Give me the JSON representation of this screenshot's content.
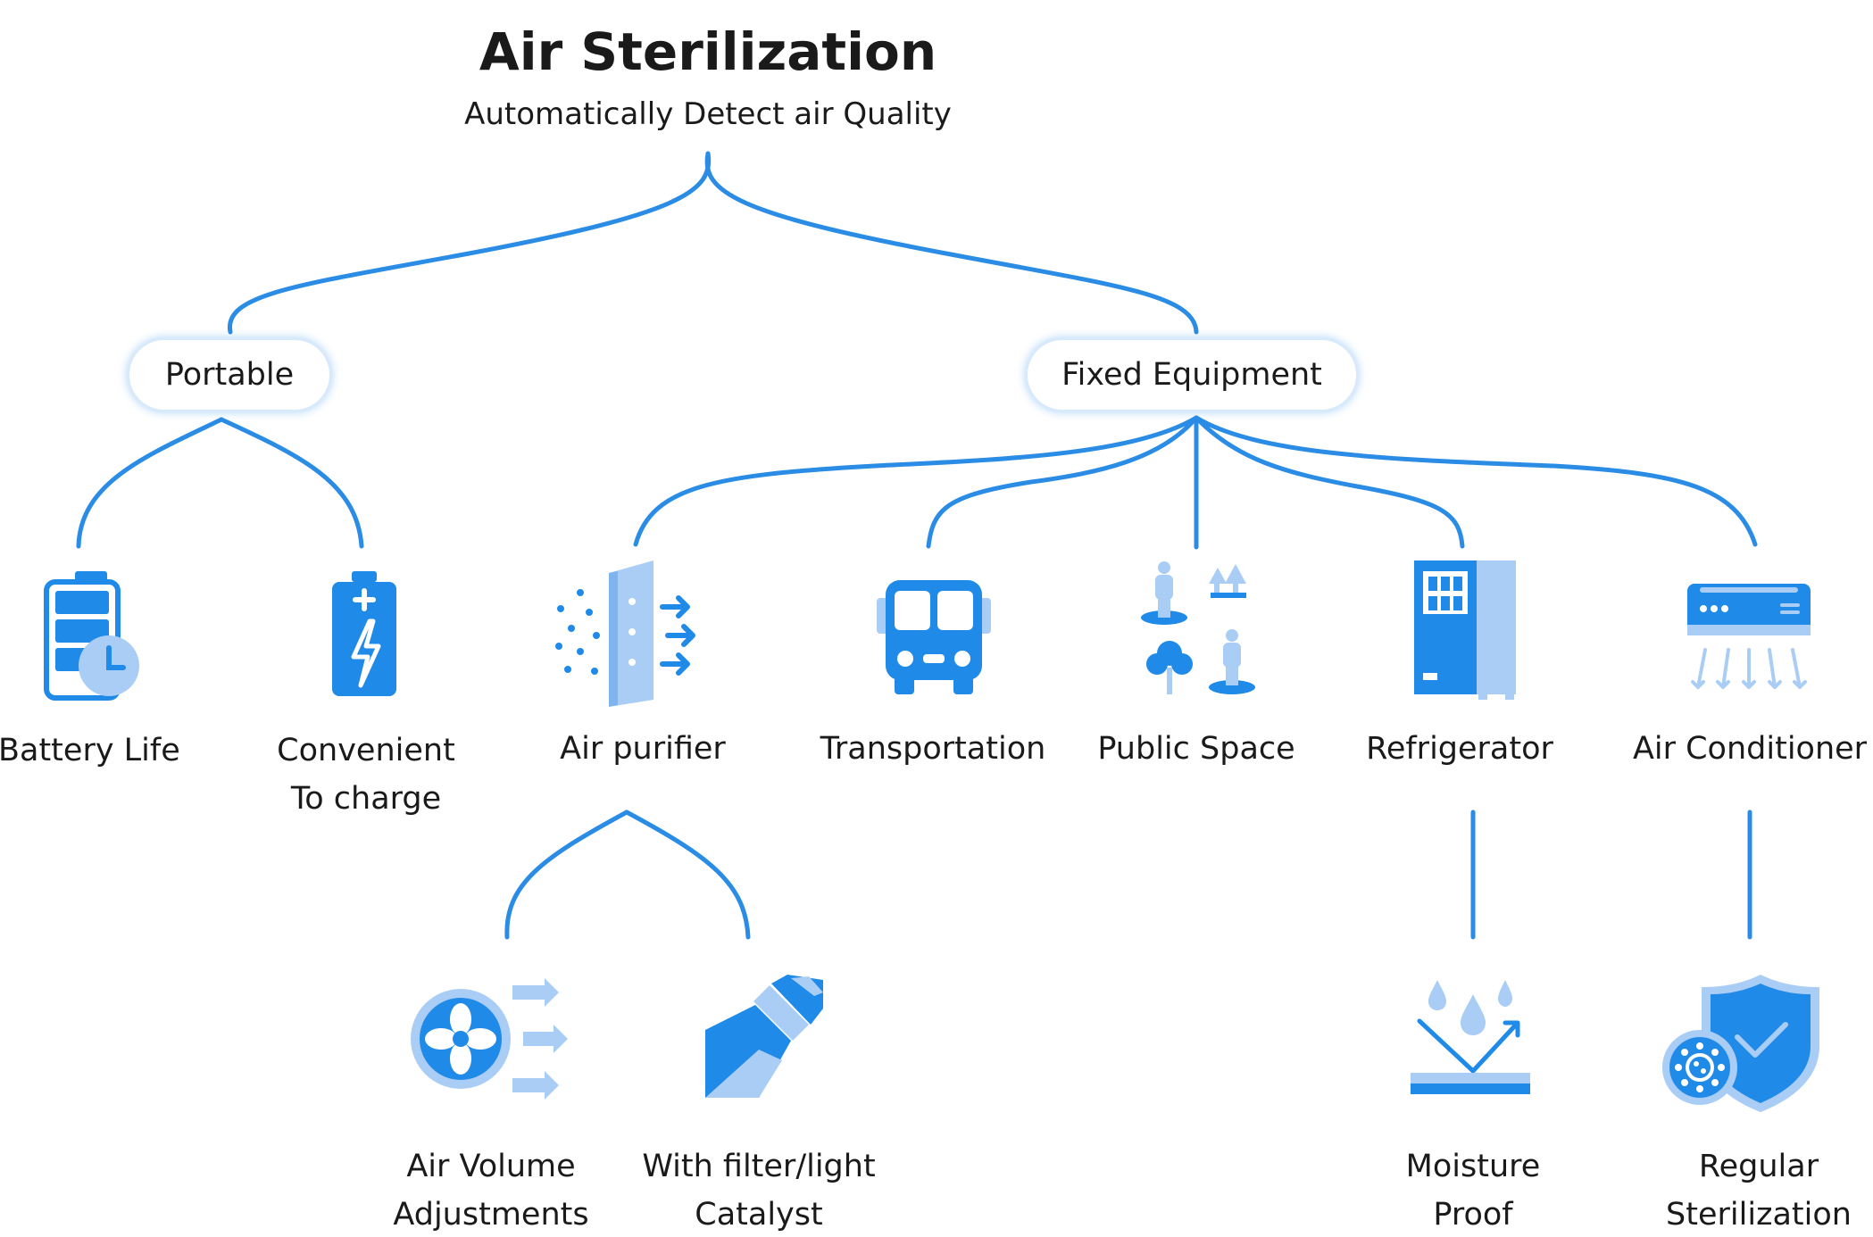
{
  "title": "Air Sterilization",
  "subtitle": "Automatically Detect air Quality",
  "colors": {
    "primary": "#1f8ae7",
    "light": "#aacdf6",
    "line": "#2a8ce4"
  },
  "categories": {
    "portable": "Portable",
    "fixed": "Fixed Equipment"
  },
  "portable_items": [
    {
      "icon": "battery-clock-icon",
      "label": "Battery Life"
    },
    {
      "icon": "battery-charge-icon",
      "label_line1": "Convenient",
      "label_line2": "To charge"
    }
  ],
  "fixed_items": [
    {
      "icon": "air-purifier-icon",
      "label": "Air purifier"
    },
    {
      "icon": "bus-icon",
      "label": "Transportation"
    },
    {
      "icon": "people-trees-icon",
      "label": "Public Space"
    },
    {
      "icon": "refrigerator-icon",
      "label": "Refrigerator"
    },
    {
      "icon": "air-conditioner-icon",
      "label": "Air Conditioner"
    }
  ],
  "purifier_features": [
    {
      "icon": "fan-airflow-icon",
      "label_line1": "Air Volume",
      "label_line2": "Adjustments"
    },
    {
      "icon": "uv-lamp-icon",
      "label_line1": "With filter/light",
      "label_line2": "Catalyst"
    }
  ],
  "refrigerator_feature": {
    "icon": "water-drops-icon",
    "label_line1": "Moisture",
    "label_line2": "Proof"
  },
  "conditioner_feature": {
    "icon": "shield-virus-icon",
    "label_line1": "Regular",
    "label_line2": "Sterilization"
  }
}
